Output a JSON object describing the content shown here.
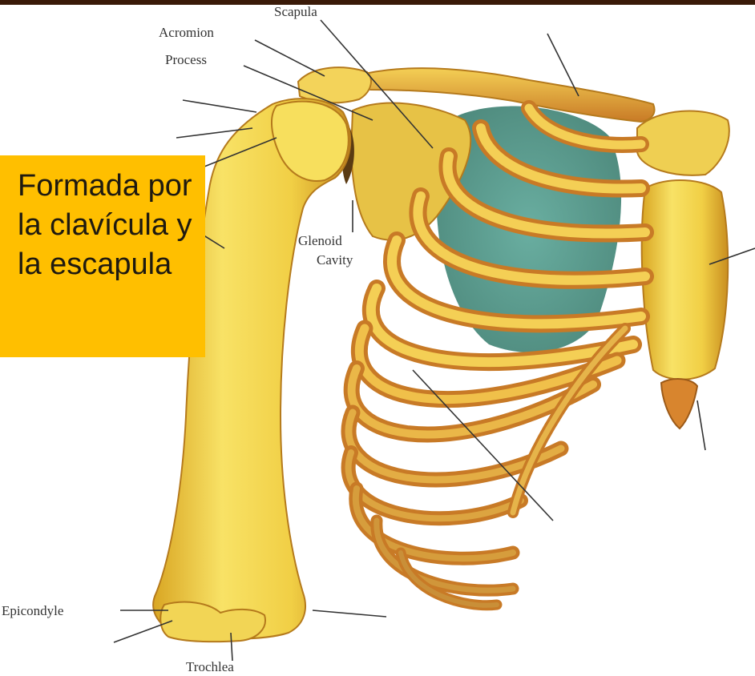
{
  "labels": {
    "scapula": "Scapula",
    "acromion": "Acromion",
    "process": "Process",
    "glenoid_1": "Glenoid",
    "glenoid_2": "Cavity",
    "epicondyle": "Epicondyle",
    "trochlea": "Trochlea"
  },
  "callout": {
    "text": "Formada por la clavícula y la escapula"
  },
  "colors": {
    "callout_bg": "#ffbf00",
    "bone_light": "#f6dc54",
    "bone_mid": "#e2b52a",
    "rib_orange": "#d48a2e",
    "lung_teal": "#3f8f7e",
    "leader_line": "#333333",
    "top_strip": "#3a1a08"
  }
}
